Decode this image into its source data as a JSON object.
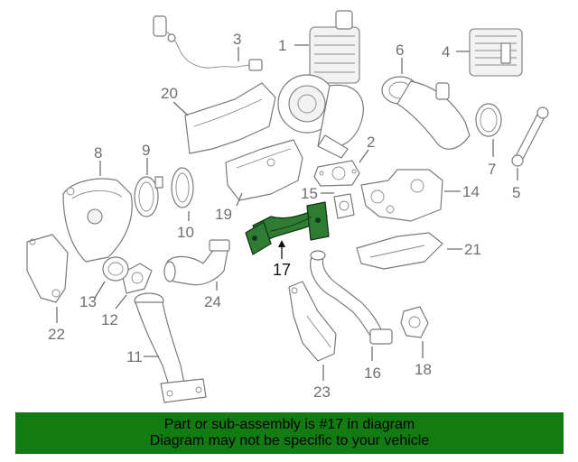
{
  "labels": {
    "p1": "1",
    "p2": "2",
    "p3": "3",
    "p4": "4",
    "p5": "5",
    "p6": "6",
    "p7": "7",
    "p8": "8",
    "p9": "9",
    "p10": "10",
    "p11": "11",
    "p12": "12",
    "p13": "13",
    "p14": "14",
    "p15": "15",
    "p16": "16",
    "p17": "17",
    "p18": "18",
    "p19": "19",
    "p20": "20",
    "p21": "21",
    "p22": "22",
    "p23": "23",
    "p24": "24"
  },
  "highlighted_part": "17",
  "colors": {
    "highlight": "#2e7d32",
    "banner": "#127b12",
    "label": "#6f6f6f"
  },
  "banner": {
    "line1": "Part or sub-assembly is #17 in diagram",
    "line2": "Diagram may not be specific to your vehicle"
  }
}
